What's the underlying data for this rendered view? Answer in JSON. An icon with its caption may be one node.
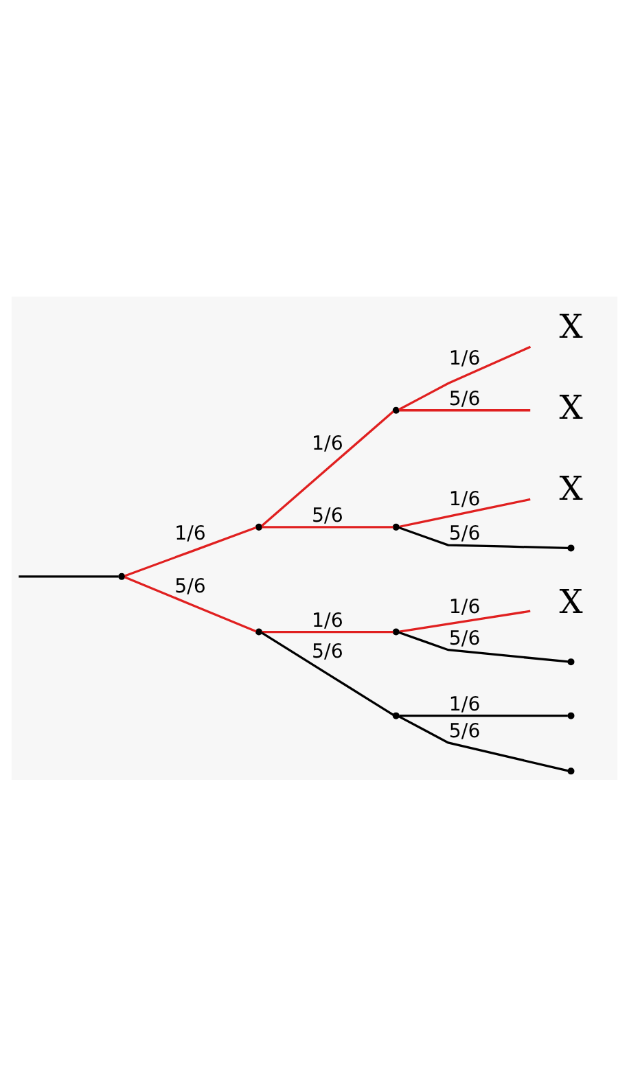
{
  "diagram": {
    "nodes": [
      {
        "text": [],
        "shape": "point"
      },
      {
        "text": [],
        "shape": "point"
      },
      {
        "text": [],
        "shape": "point"
      },
      {
        "text": [],
        "shape": "point"
      },
      {
        "text": [],
        "shape": "point"
      },
      {
        "text": [],
        "shape": "point"
      },
      {
        "text": [],
        "shape": "point"
      },
      {
        "text": [
          "X"
        ]
      },
      {
        "text": [
          "X"
        ]
      },
      {
        "text": [
          "X"
        ]
      },
      {
        "text": [],
        "shape": "point"
      },
      {
        "text": [
          "X"
        ]
      },
      {
        "text": [],
        "shape": "point"
      },
      {
        "text": [],
        "shape": "point"
      },
      {
        "text": [],
        "shape": "point"
      }
    ],
    "edges": [
      {
        "from": null,
        "to": 0,
        "arrow": "none",
        "color": "#000000"
      },
      {
        "from": 0,
        "to": 1,
        "arrow": "none",
        "label": "1/6",
        "color": "#e02020"
      },
      {
        "from": 1,
        "to": 3,
        "arrow": "none",
        "label": "1/6",
        "color": "#e02020"
      },
      {
        "from": 3,
        "to": 7,
        "arrow": "none",
        "label": "1/6",
        "color": "#e02020"
      },
      {
        "from": 3,
        "to": 8,
        "arrow": "none",
        "label": "5/6",
        "color": "#e02020"
      },
      {
        "from": 1,
        "to": 4,
        "arrow": "none",
        "label": "5/6",
        "color": "#e02020"
      },
      {
        "from": 4,
        "to": 9,
        "arrow": "none",
        "label": "1/6",
        "color": "#e02020"
      },
      {
        "from": 4,
        "to": 10,
        "arrow": "none",
        "label": "5/6",
        "color": "#000000"
      },
      {
        "from": 0,
        "to": 2,
        "arrow": "none",
        "label": "5/6",
        "color": "#e02020"
      },
      {
        "from": 2,
        "to": 5,
        "arrow": "none",
        "label": "1/6",
        "color": "#e02020"
      },
      {
        "from": 5,
        "to": 11,
        "arrow": "none",
        "label": "1/6",
        "color": "#e02020"
      },
      {
        "from": 5,
        "to": 12,
        "arrow": "none",
        "label": "5/6",
        "color": "#000000"
      },
      {
        "from": 2,
        "to": 6,
        "arrow": "none",
        "label": "5/6",
        "color": "#000000"
      },
      {
        "from": 6,
        "to": 13,
        "arrow": "none",
        "label": "1/6",
        "color": "#000000"
      },
      {
        "from": 6,
        "to": 14,
        "arrow": "none",
        "label": "5/6",
        "color": "#000000"
      }
    ]
  }
}
